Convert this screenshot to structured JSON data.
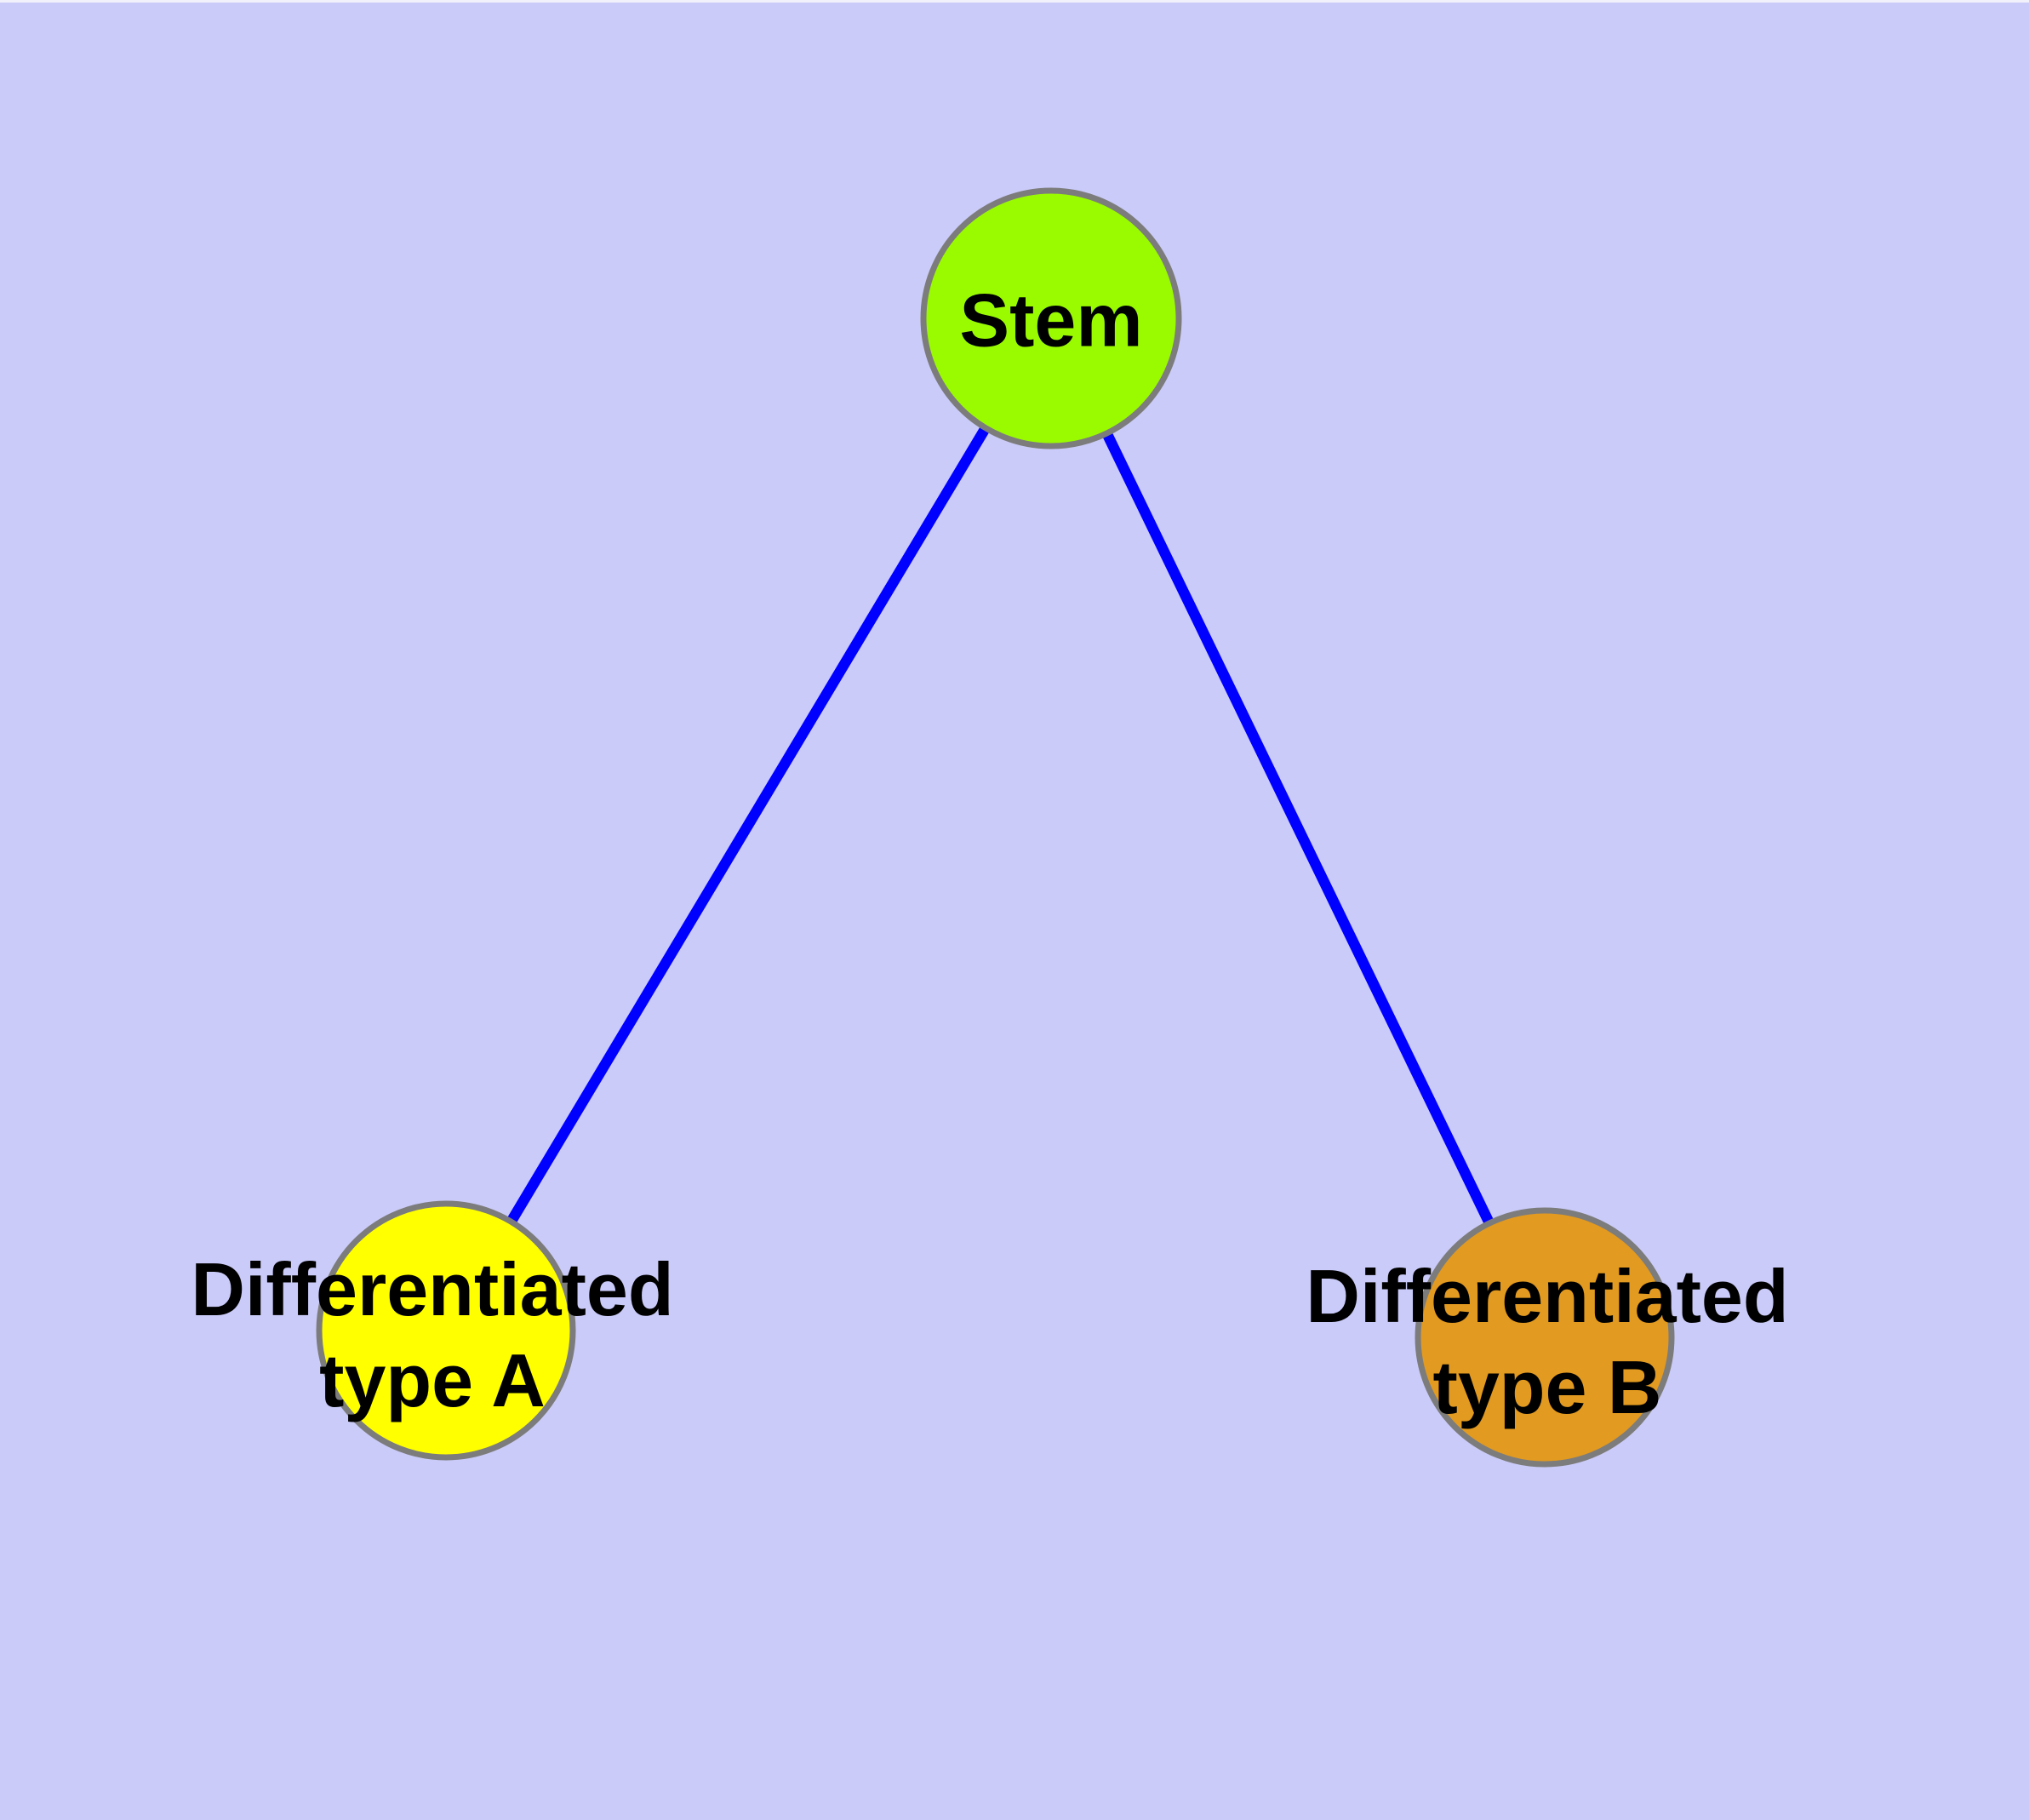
{
  "canvas": {
    "background_color": "#CACBF8",
    "top_edge_color": "#F1F1FB"
  },
  "nodes": [
    {
      "id": "stem",
      "label": "Stem",
      "fill": "#9AFB00",
      "border": "#7C7C7C"
    },
    {
      "id": "differentiated-type-a",
      "label_line1": "Differentiated",
      "label_line2": "type A",
      "fill": "#FFFF00",
      "border": "#7C7C7C"
    },
    {
      "id": "differentiated-type-b",
      "label_line1": "Differentiated",
      "label_line2": "type B",
      "fill": "#E29A20",
      "border": "#7C7C7C"
    }
  ],
  "edges": [
    {
      "from": "Stem",
      "to": "Differentiated type A",
      "color": "#0000FF"
    },
    {
      "from": "Stem",
      "to": "Differentiated type B",
      "color": "#0000FF"
    }
  ],
  "text_color": "#000000"
}
